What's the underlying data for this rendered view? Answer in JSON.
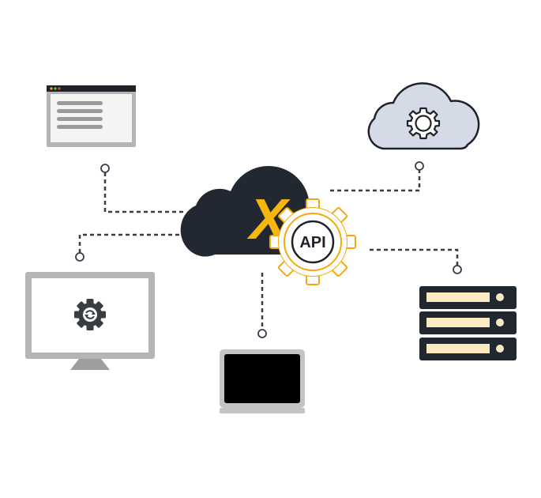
{
  "hub": {
    "logo_letter": "X",
    "badge_label": "API"
  },
  "colors": {
    "dark": "#222831",
    "accent": "#f5b60e",
    "gear_ring": "#f5a90c",
    "device_gray": "#b5b5b5",
    "screen_light": "#f4f4f4",
    "cloud_fill": "#d4dbe6",
    "connector": "#3a3c4a"
  },
  "icons": {
    "hub": "cloud-with-x-logo-and-api-gear",
    "browser": "browser-window-icon",
    "cloud": "cloud-settings-icon",
    "monitor": "desktop-monitor-sync-icon",
    "laptop": "laptop-icon",
    "server": "server-rack-icon"
  }
}
